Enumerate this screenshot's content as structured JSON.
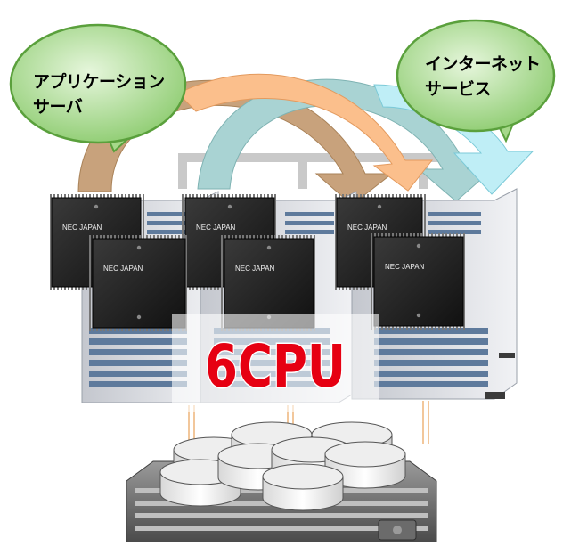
{
  "bubbles": {
    "application_server": {
      "line1": "アプリケーション",
      "line2": "サーバ"
    },
    "internet_services": {
      "line1": "インターネット",
      "line2": "サービス"
    }
  },
  "chip_label": "NEC JAPAN",
  "cpu_label": "6CPU",
  "colors": {
    "arrow_brown": "#c8a27c",
    "arrow_teal": "#a9d3d3",
    "arrow_peach": "#fbbf8c",
    "arrow_cyan": "#bfeef6",
    "bubble_green": "#a6d88a",
    "cpu_red": "#e60012"
  }
}
